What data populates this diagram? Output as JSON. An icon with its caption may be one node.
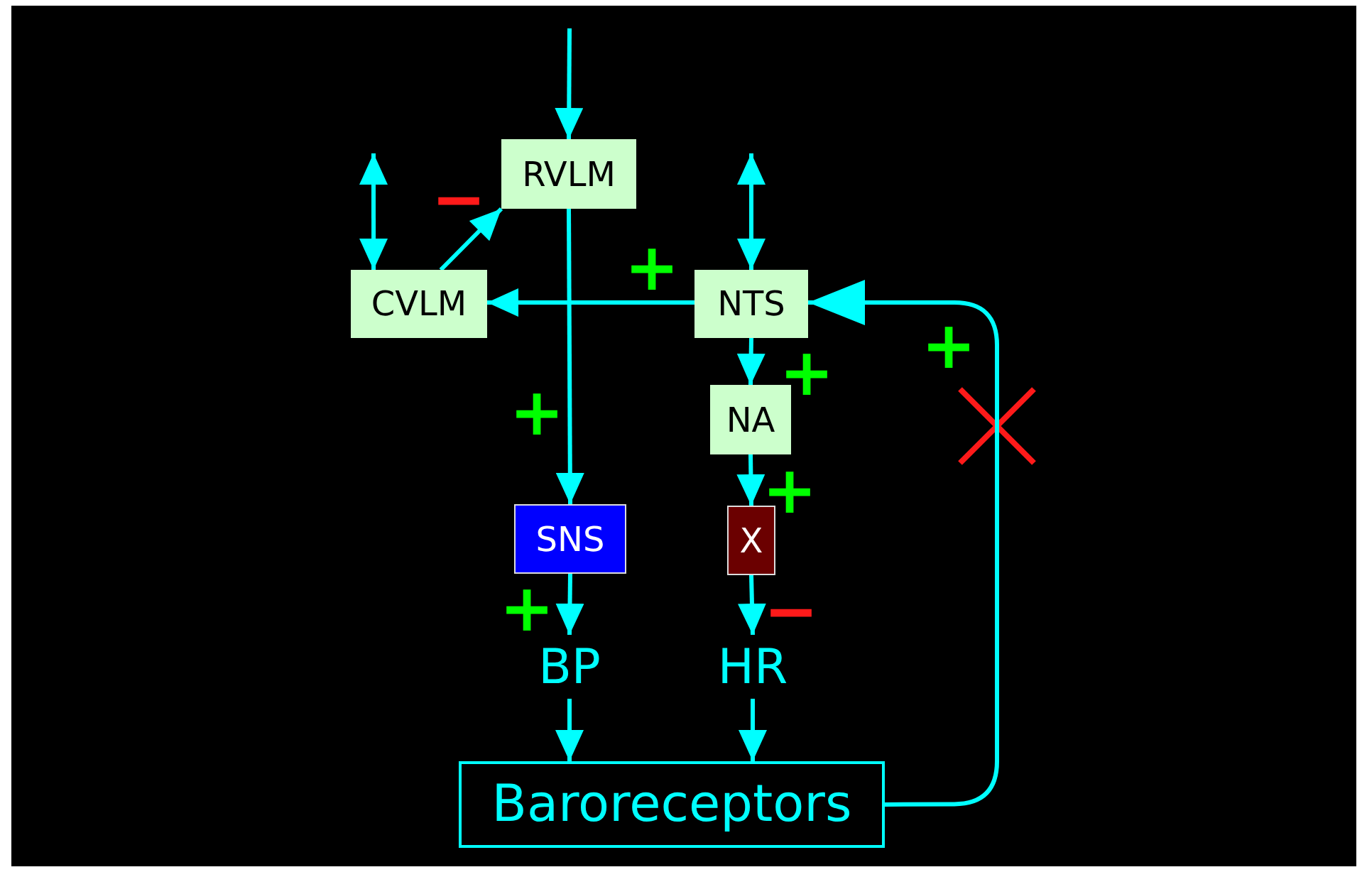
{
  "diagram": {
    "nodes": [
      {
        "text": [
          "RVLM"
        ]
      },
      {
        "text": [
          "CVLM"
        ]
      },
      {
        "text": [
          "NTS"
        ]
      },
      {
        "text": [
          "NA"
        ]
      },
      {
        "text": [
          "SNS"
        ]
      },
      {
        "text": [
          "X"
        ]
      },
      {
        "text": [
          "BP"
        ]
      },
      {
        "text": [
          "HR"
        ]
      },
      {
        "text": [
          "Baroreceptors"
        ]
      }
    ],
    "edges": [
      {
        "from": null,
        "to": 0,
        "arrow": "to"
      },
      {
        "from": 1,
        "to": 0,
        "arrow": "to",
        "label": "−"
      },
      {
        "from": 2,
        "to": 1,
        "arrow": "to",
        "label": "+"
      },
      {
        "from": 0,
        "to": 4,
        "arrow": "to",
        "label": "+"
      },
      {
        "from": null,
        "to": 1,
        "arrow": "both"
      },
      {
        "from": null,
        "to": 2,
        "arrow": "both"
      },
      {
        "from": 2,
        "to": 3,
        "arrow": "to",
        "label": "+"
      },
      {
        "from": 3,
        "to": 5,
        "arrow": "to",
        "label": "+"
      },
      {
        "from": 4,
        "to": 6,
        "arrow": "to",
        "label": "+"
      },
      {
        "from": 5,
        "to": 7,
        "arrow": "to",
        "label": "−"
      },
      {
        "from": 6,
        "to": 8,
        "arrow": "to"
      },
      {
        "from": 7,
        "to": 8,
        "arrow": "to"
      },
      {
        "from": 8,
        "to": 2,
        "arrow": "to",
        "label": "+"
      }
    ]
  }
}
